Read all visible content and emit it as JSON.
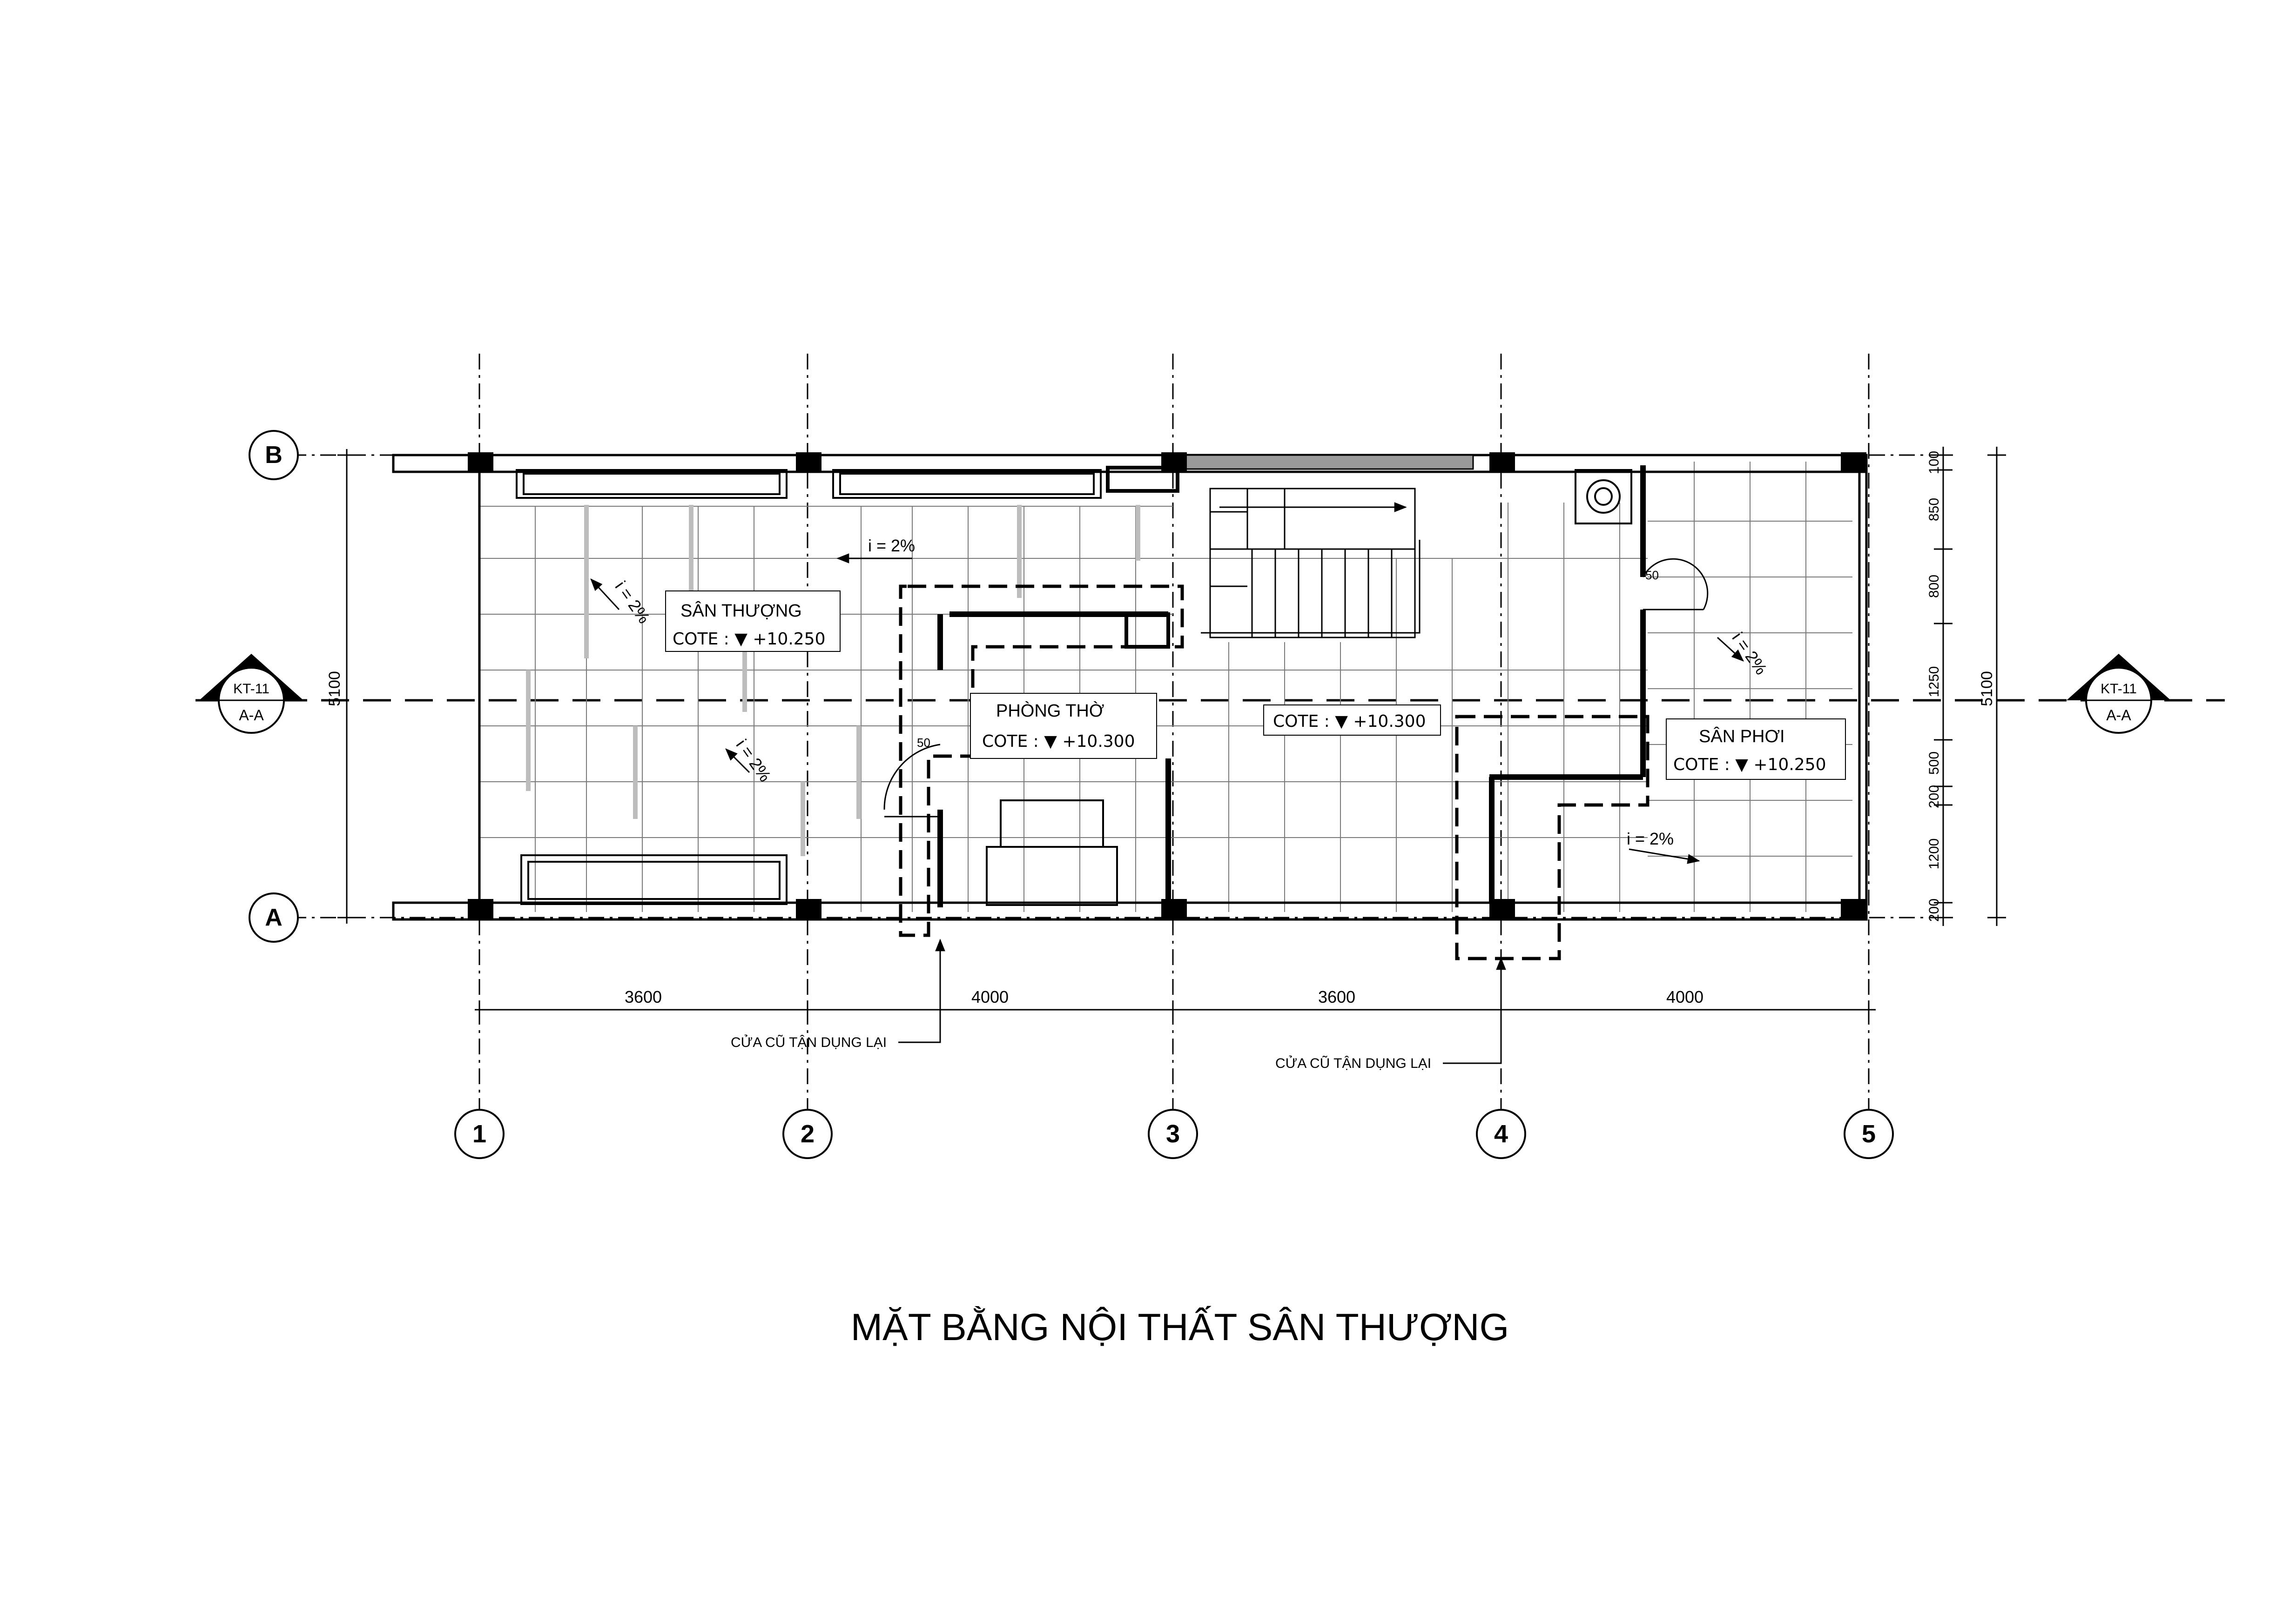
{
  "drawing": {
    "title": "MẶT BẰNG NỘI THẤT SÂN THƯỢNG",
    "axes_vertical": [
      "1",
      "2",
      "3",
      "4",
      "5"
    ],
    "axes_horizontal": [
      "B",
      "A"
    ],
    "dimensions_bottom": [
      "3600",
      "4000",
      "3600",
      "4000"
    ],
    "dimensions_left_total": "5100",
    "dimensions_right_total": "5100",
    "dimensions_right": [
      "100",
      "850",
      "800",
      "1250",
      "500",
      "200",
      "1200",
      "200"
    ],
    "section_marks": [
      {
        "ref": "KT-11",
        "label": "A-A"
      },
      {
        "ref": "KT-11",
        "label": "A-A"
      }
    ],
    "rooms": [
      {
        "name": "SÂN THƯỢNG",
        "level": "COTE : ▼ +10.250"
      },
      {
        "name": "PHÒNG THỜ",
        "level": "COTE : ▼ +10.300"
      },
      {
        "name": "",
        "level": "COTE : ▼ +10.300"
      },
      {
        "name": "SÂN PHƠI",
        "level": "COTE : ▼ +10.250"
      }
    ],
    "slopes": [
      "i = 2%",
      "i = 2%",
      "i = 2%",
      "i = 2%",
      "i = 2%"
    ],
    "small_dims": [
      "50",
      "50"
    ],
    "notes": [
      "CỬA CŨ TẬN DỤNG LẠI",
      "CỬA CŨ TẬN DỤNG LẠI"
    ]
  }
}
